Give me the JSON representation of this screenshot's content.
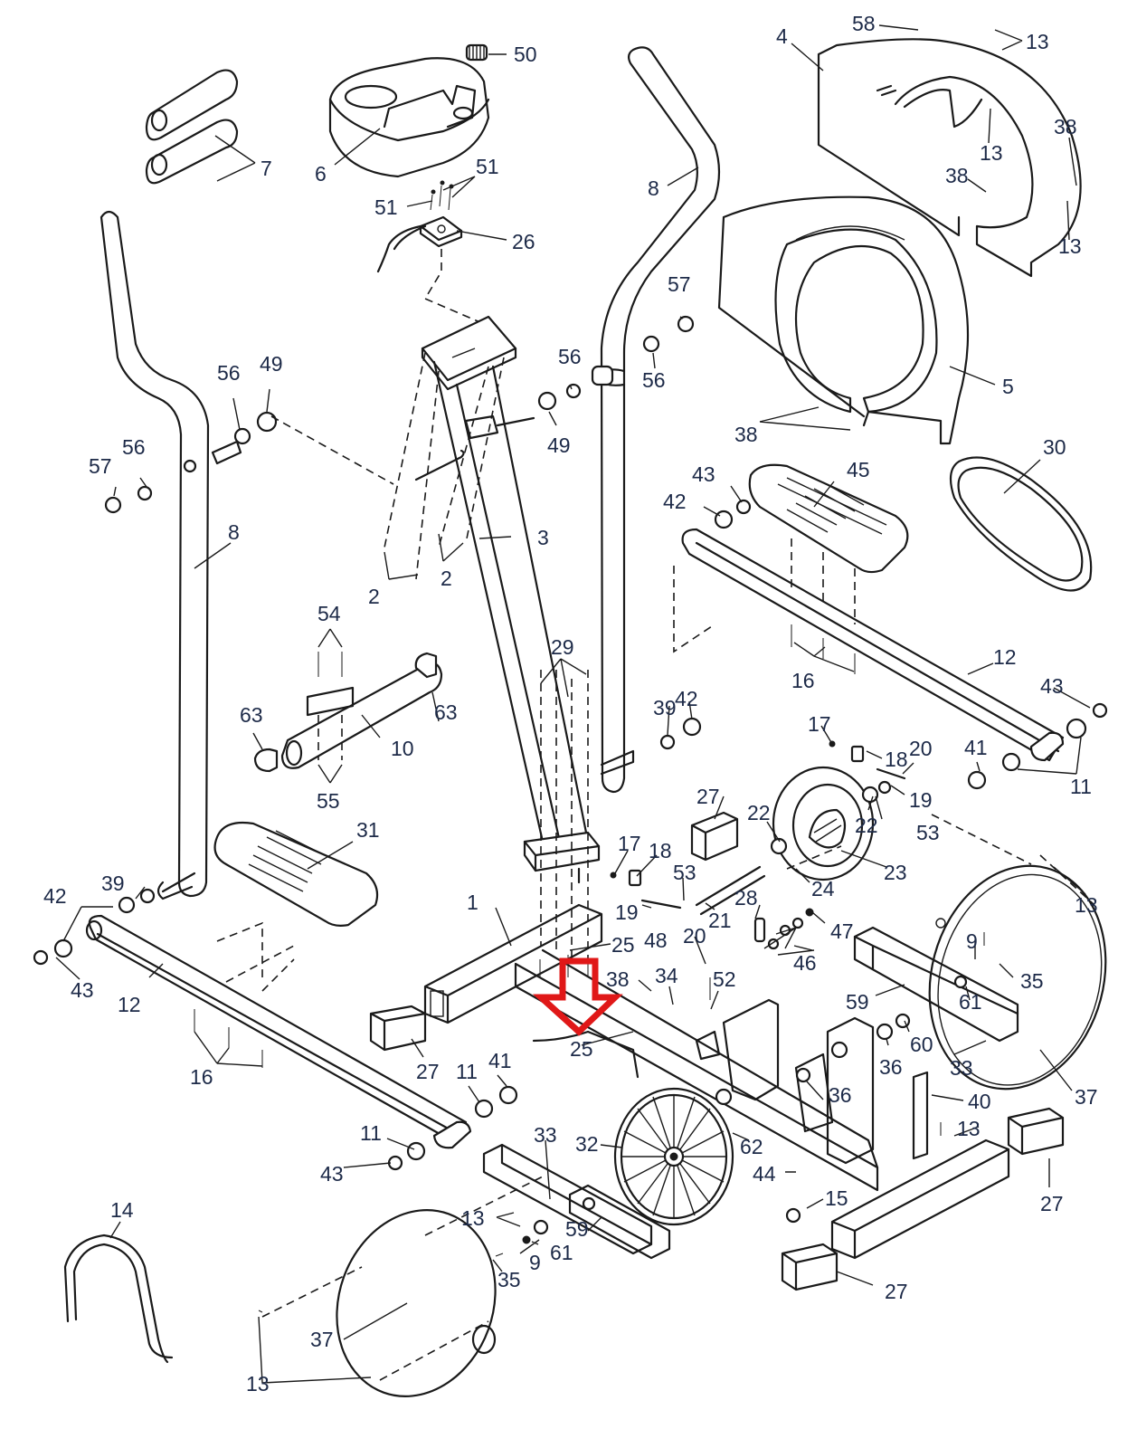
{
  "diagram": {
    "type": "exploded-parts-diagram",
    "subject": "elliptical trainer",
    "highlight": {
      "shape": "down-arrow",
      "color": "#e01818",
      "target_part": "25"
    },
    "label_color": "#1d2a48",
    "callouts": [
      {
        "id": "58",
        "text": "58"
      },
      {
        "id": "4",
        "text": "4"
      },
      {
        "id": "13a",
        "text": "13"
      },
      {
        "id": "13b",
        "text": "13"
      },
      {
        "id": "38a",
        "text": "38"
      },
      {
        "id": "38b",
        "text": "38"
      },
      {
        "id": "13c",
        "text": "13"
      },
      {
        "id": "50",
        "text": "50"
      },
      {
        "id": "6",
        "text": "6"
      },
      {
        "id": "7",
        "text": "7"
      },
      {
        "id": "51a",
        "text": "51"
      },
      {
        "id": "51b",
        "text": "51"
      },
      {
        "id": "26",
        "text": "26"
      },
      {
        "id": "8a",
        "text": "8"
      },
      {
        "id": "5",
        "text": "5"
      },
      {
        "id": "38c",
        "text": "38"
      },
      {
        "id": "57a",
        "text": "57"
      },
      {
        "id": "56a",
        "text": "56"
      },
      {
        "id": "56b",
        "text": "56"
      },
      {
        "id": "49a",
        "text": "49"
      },
      {
        "id": "56c",
        "text": "56"
      },
      {
        "id": "49b",
        "text": "49"
      },
      {
        "id": "56d",
        "text": "56"
      },
      {
        "id": "57b",
        "text": "57"
      },
      {
        "id": "30",
        "text": "30"
      },
      {
        "id": "43a",
        "text": "43"
      },
      {
        "id": "45",
        "text": "45"
      },
      {
        "id": "42a",
        "text": "42"
      },
      {
        "id": "8b",
        "text": "8"
      },
      {
        "id": "3",
        "text": "3"
      },
      {
        "id": "2a",
        "text": "2"
      },
      {
        "id": "2b",
        "text": "2"
      },
      {
        "id": "54",
        "text": "54"
      },
      {
        "id": "29",
        "text": "29"
      },
      {
        "id": "12a",
        "text": "12"
      },
      {
        "id": "16a",
        "text": "16"
      },
      {
        "id": "43b",
        "text": "43"
      },
      {
        "id": "63a",
        "text": "63"
      },
      {
        "id": "63b",
        "text": "63"
      },
      {
        "id": "10",
        "text": "10"
      },
      {
        "id": "39a",
        "text": "39"
      },
      {
        "id": "42b",
        "text": "42"
      },
      {
        "id": "17a",
        "text": "17"
      },
      {
        "id": "18a",
        "text": "18"
      },
      {
        "id": "20a",
        "text": "20"
      },
      {
        "id": "41a",
        "text": "41"
      },
      {
        "id": "11a",
        "text": "11"
      },
      {
        "id": "55",
        "text": "55"
      },
      {
        "id": "19a",
        "text": "19"
      },
      {
        "id": "27a",
        "text": "27"
      },
      {
        "id": "22a",
        "text": "22"
      },
      {
        "id": "22b",
        "text": "22"
      },
      {
        "id": "53a",
        "text": "53"
      },
      {
        "id": "31",
        "text": "31"
      },
      {
        "id": "17b",
        "text": "17"
      },
      {
        "id": "18b",
        "text": "18"
      },
      {
        "id": "53b",
        "text": "53"
      },
      {
        "id": "23",
        "text": "23"
      },
      {
        "id": "24",
        "text": "24"
      },
      {
        "id": "13d",
        "text": "13"
      },
      {
        "id": "39b",
        "text": "39"
      },
      {
        "id": "42c",
        "text": "42"
      },
      {
        "id": "1",
        "text": "1"
      },
      {
        "id": "19b",
        "text": "19"
      },
      {
        "id": "21",
        "text": "21"
      },
      {
        "id": "28",
        "text": "28"
      },
      {
        "id": "47",
        "text": "47"
      },
      {
        "id": "20b",
        "text": "20"
      },
      {
        "id": "25a",
        "text": "25"
      },
      {
        "id": "48",
        "text": "48"
      },
      {
        "id": "46",
        "text": "46"
      },
      {
        "id": "9a",
        "text": "9"
      },
      {
        "id": "43c",
        "text": "43"
      },
      {
        "id": "12b",
        "text": "12"
      },
      {
        "id": "38d",
        "text": "38"
      },
      {
        "id": "34",
        "text": "34"
      },
      {
        "id": "52",
        "text": "52"
      },
      {
        "id": "35a",
        "text": "35"
      },
      {
        "id": "59a",
        "text": "59"
      },
      {
        "id": "61a",
        "text": "61"
      },
      {
        "id": "25b",
        "text": "25"
      },
      {
        "id": "60",
        "text": "60"
      },
      {
        "id": "36a",
        "text": "36"
      },
      {
        "id": "33a",
        "text": "33"
      },
      {
        "id": "27b",
        "text": "27"
      },
      {
        "id": "16b",
        "text": "16"
      },
      {
        "id": "11b",
        "text": "11"
      },
      {
        "id": "41b",
        "text": "41"
      },
      {
        "id": "36b",
        "text": "36"
      },
      {
        "id": "37a",
        "text": "37"
      },
      {
        "id": "40",
        "text": "40"
      },
      {
        "id": "33b",
        "text": "33"
      },
      {
        "id": "32",
        "text": "32"
      },
      {
        "id": "62",
        "text": "62"
      },
      {
        "id": "13e",
        "text": "13"
      },
      {
        "id": "27c",
        "text": "27"
      },
      {
        "id": "11c",
        "text": "11"
      },
      {
        "id": "43d",
        "text": "43"
      },
      {
        "id": "44",
        "text": "44"
      },
      {
        "id": "14",
        "text": "14"
      },
      {
        "id": "13f",
        "text": "13"
      },
      {
        "id": "15",
        "text": "15"
      },
      {
        "id": "59b",
        "text": "59"
      },
      {
        "id": "9b",
        "text": "9"
      },
      {
        "id": "61b",
        "text": "61"
      },
      {
        "id": "35b",
        "text": "35"
      },
      {
        "id": "37b",
        "text": "37"
      },
      {
        "id": "27d",
        "text": "27"
      },
      {
        "id": "13g",
        "text": "13"
      }
    ]
  }
}
